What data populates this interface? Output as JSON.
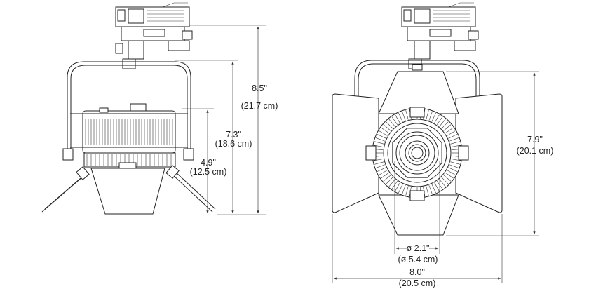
{
  "side_view": {
    "overall_height": {
      "imperial": "8.5\"",
      "metric": "(21.7 cm)"
    },
    "mid_height": {
      "imperial": "7.3\"",
      "metric": "(18.6 cm)"
    },
    "head_height": {
      "imperial": "4.9\"",
      "metric": "(12.5 cm)"
    }
  },
  "front_view": {
    "height": {
      "imperial": "7.9\"",
      "metric": "(20.1 cm)"
    },
    "aperture": {
      "imperial": "ø 2.1\"",
      "metric": "(ø 5.4 cm)"
    },
    "width": {
      "imperial": "8.0\"",
      "metric": "(20.5 cm)"
    }
  }
}
